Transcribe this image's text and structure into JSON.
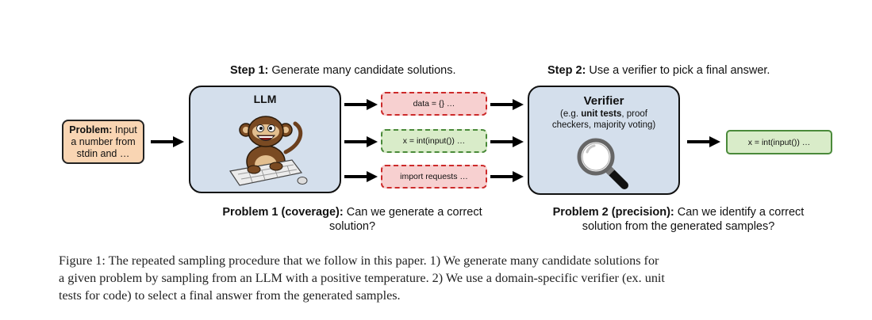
{
  "step1": {
    "label": "Step 1:",
    "text": " Generate many candidate solutions."
  },
  "step2": {
    "label": "Step 2:",
    "text": " Use a verifier to pick a final answer."
  },
  "problem": {
    "label": "Problem:",
    "text_line1": " Input",
    "text_line2": "a number from",
    "text_line3": "stdin and …"
  },
  "llm": {
    "title": "LLM",
    "illustration": "monkey-typing-icon"
  },
  "samples": [
    {
      "text": "data = {} …",
      "status": "incorrect"
    },
    {
      "text": "x = int(input()) …",
      "status": "correct"
    },
    {
      "text": "import requests …",
      "status": "incorrect"
    }
  ],
  "verifier": {
    "title": "Verifier",
    "desc_prefix": "(e.g. ",
    "desc_bold": "unit tests",
    "desc_suffix": ", proof",
    "desc_line2": "checkers, majority voting)",
    "illustration": "magnifying-glass-icon"
  },
  "final_answer": {
    "text": "x = int(input()) …"
  },
  "problem1": {
    "label": "Problem 1 (coverage):",
    "line1": " Can we generate a correct",
    "line2": "solution?"
  },
  "problem2": {
    "label": "Problem 2 (precision):",
    "line1": " Can we identify a correct",
    "line2": "solution from the generated samples?"
  },
  "caption": {
    "line1": "Figure 1: The repeated sampling procedure that we follow in this paper. 1) We generate many candidate solutions for",
    "line2": "a given problem by sampling from an LLM with a positive temperature. 2) We use a domain-specific verifier (ex. unit",
    "line3": "tests for code) to select a final answer from the generated samples."
  },
  "colors": {
    "problem_fill": "#f9d5b3",
    "big_box_fill": "#d4dfec",
    "incorrect_fill": "#f7d0d0",
    "incorrect_border": "#cc2a2a",
    "correct_fill": "#d9ecc9",
    "correct_border": "#4a8a3a"
  }
}
